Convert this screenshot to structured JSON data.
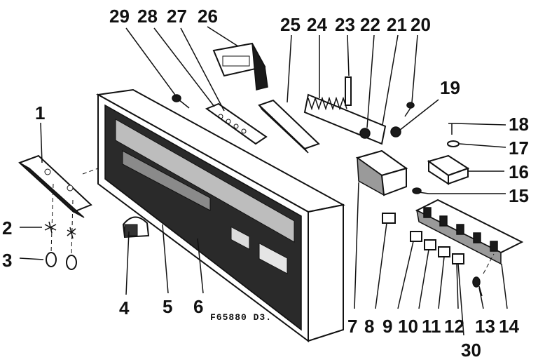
{
  "diagram": {
    "code": "F65880 D3.",
    "labels": [
      "1",
      "2",
      "3",
      "4",
      "5",
      "6",
      "7",
      "8",
      "9",
      "10",
      "11",
      "12",
      "13",
      "14",
      "15",
      "16",
      "17",
      "18",
      "19",
      "20",
      "21",
      "22",
      "23",
      "24",
      "25",
      "26",
      "27",
      "28",
      "29",
      "30"
    ]
  }
}
